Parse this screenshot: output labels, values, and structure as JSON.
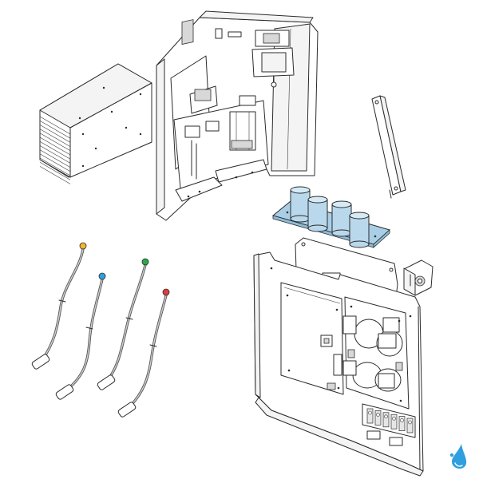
{
  "colors": {
    "capacitor": "#b9d8ec",
    "capacitor_board": "#a9cfe6",
    "probe_yellow": "#f2b531",
    "probe_blue": "#2f9fe0",
    "probe_green": "#2aa84a",
    "probe_red": "#e23a3a",
    "logo": "#2f9fe0"
  },
  "parts": [
    {
      "name": "heat-sink",
      "icon": "heat-sink-icon"
    },
    {
      "name": "electrical-box",
      "icon": "electrical-box-icon"
    },
    {
      "name": "mounting-bracket",
      "icon": "bracket-icon"
    },
    {
      "name": "capacitor-board",
      "icon": "capacitor-board-icon"
    },
    {
      "name": "terminal-connector",
      "icon": "connector-icon"
    },
    {
      "name": "inverter-control-board",
      "icon": "control-board-icon"
    },
    {
      "name": "temperature-probes",
      "icon": "probe-icon"
    }
  ],
  "probes": [
    {
      "color": "#f2b531"
    },
    {
      "color": "#2f9fe0"
    },
    {
      "color": "#2aa84a"
    },
    {
      "color": "#e23a3a"
    }
  ],
  "logo": {
    "icon": "water-drop-logo-icon"
  }
}
